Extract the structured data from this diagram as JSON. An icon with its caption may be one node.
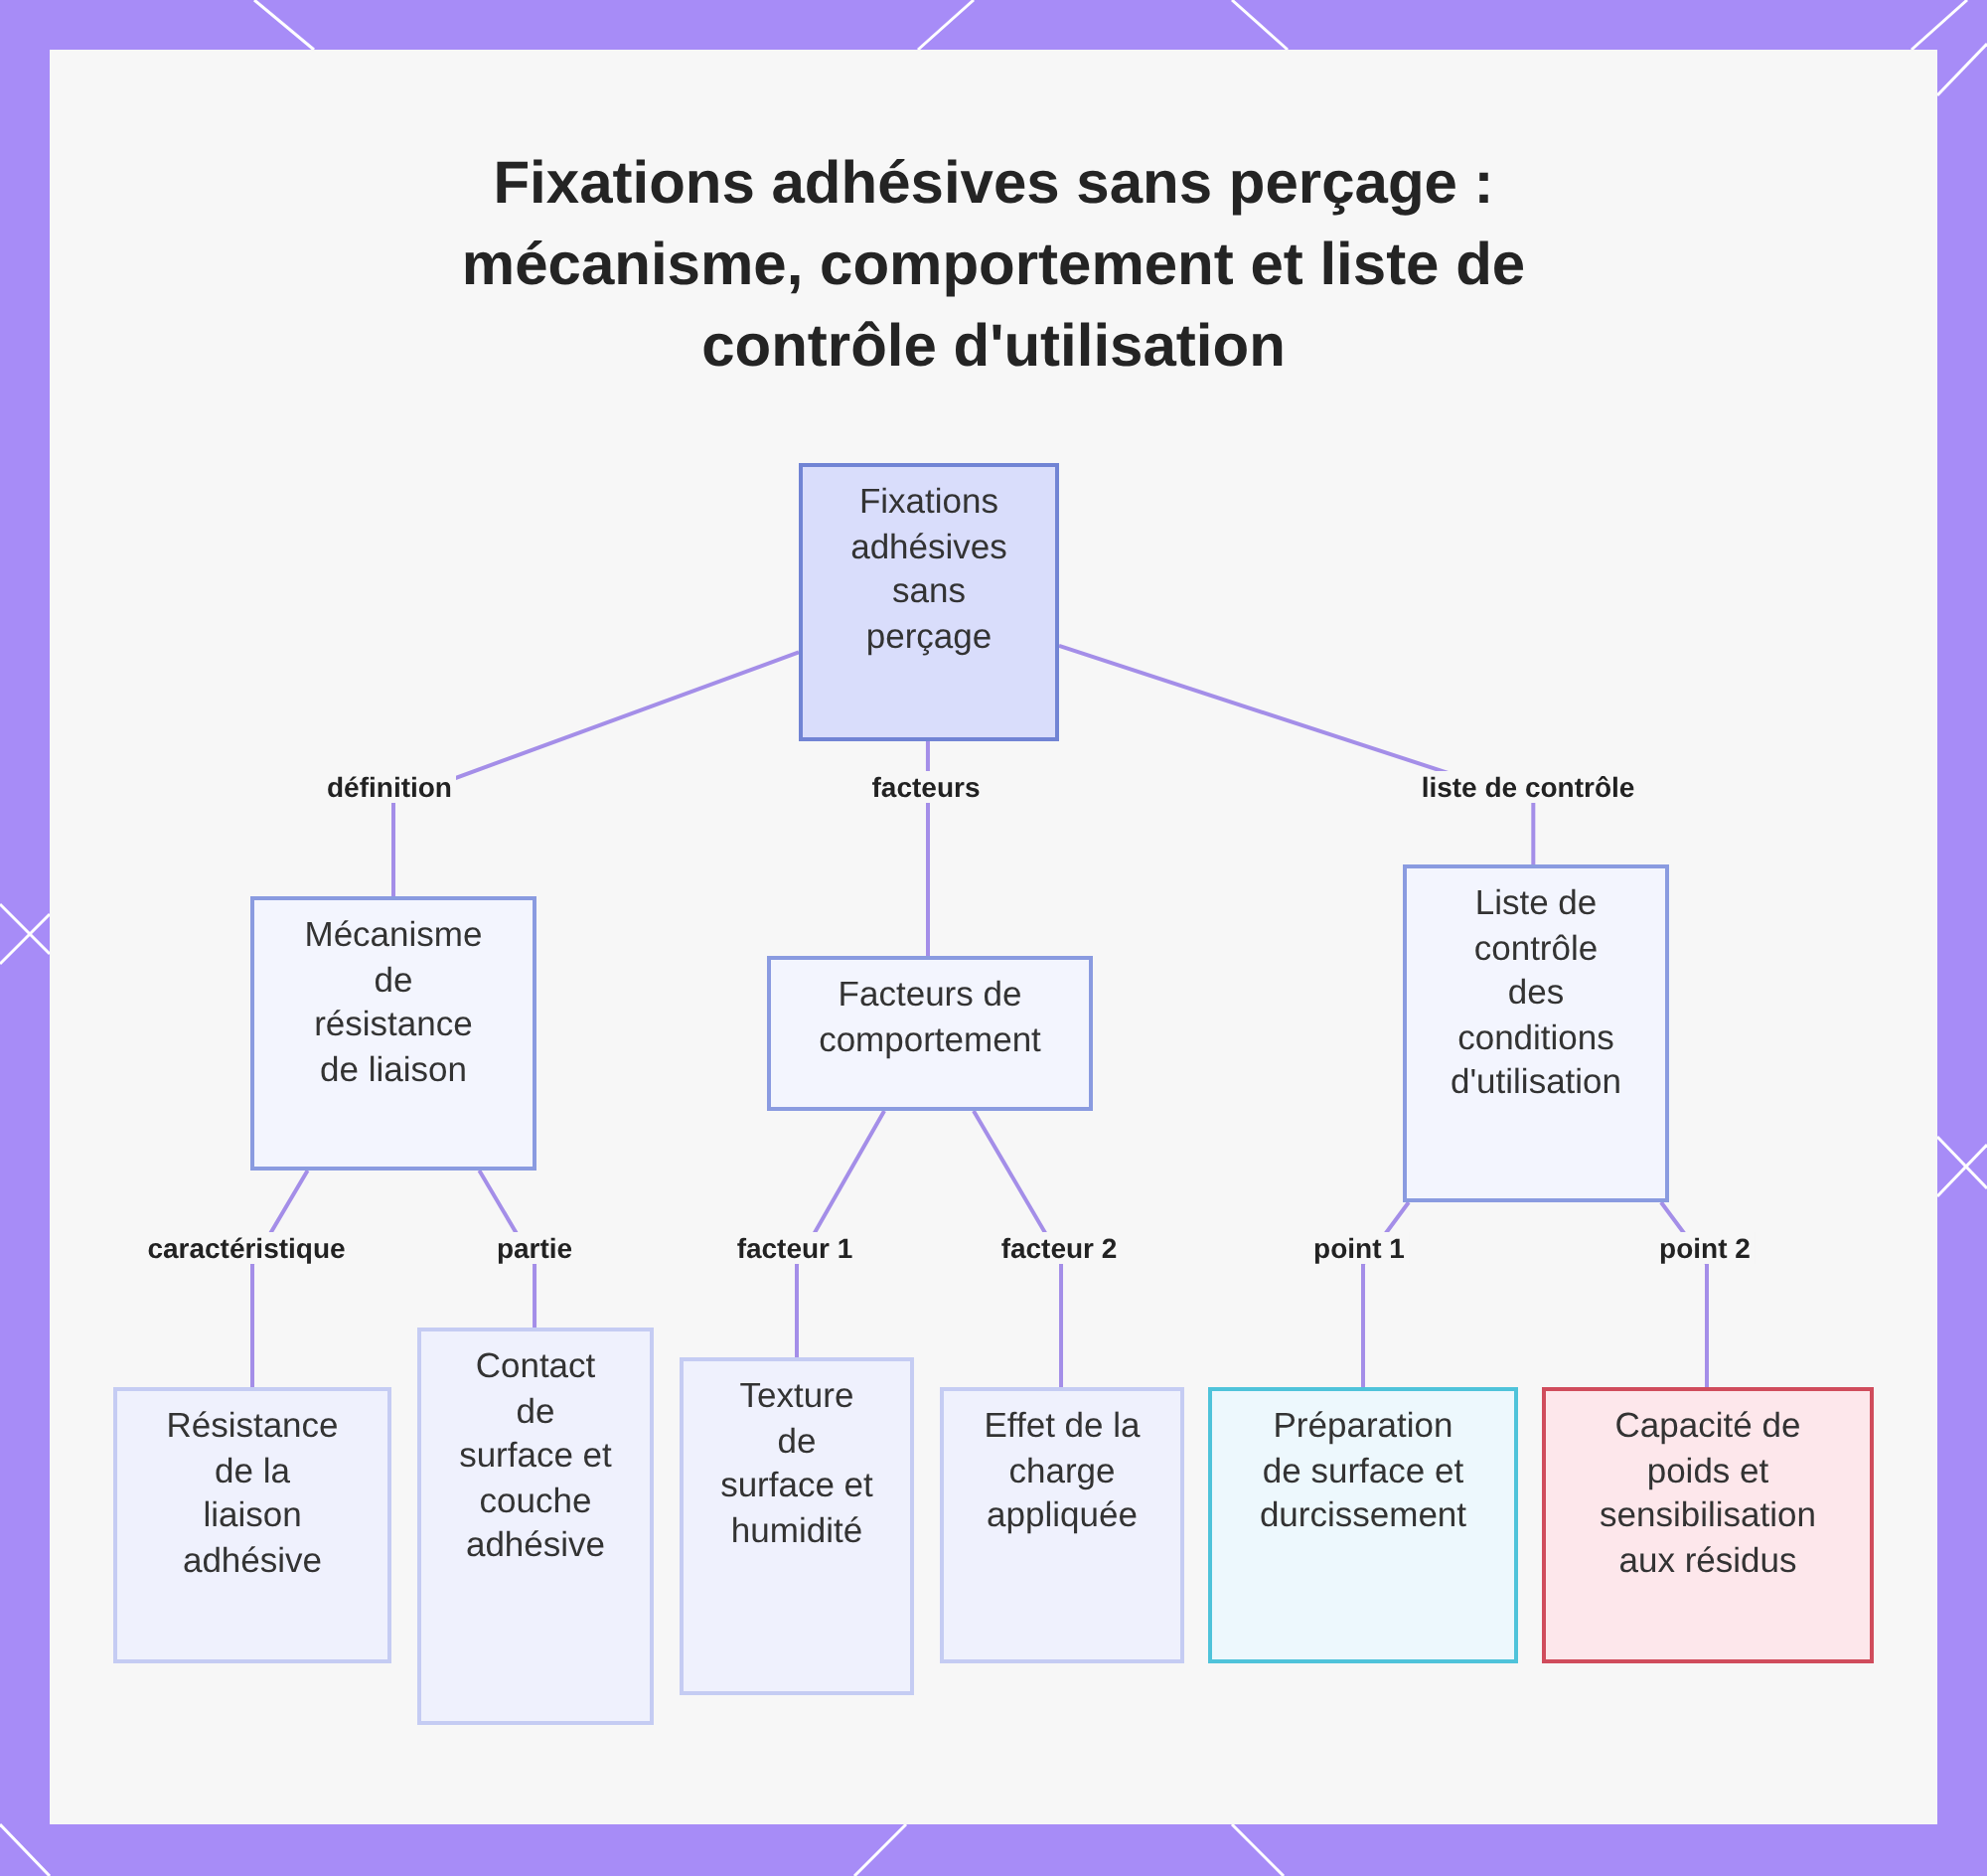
{
  "diagram": {
    "title": "Fixations adhésives sans perçage : mécanisme, comportement et liste de contrôle d'utilisation",
    "nodes": [
      {
        "text": [
          "Fixations adhésives sans perçage"
        ]
      },
      {
        "text": [
          "Mécanisme de résistance de liaison"
        ]
      },
      {
        "text": [
          "Facteurs de comportement"
        ]
      },
      {
        "text": [
          "Liste de contrôle des conditions d'utilisation"
        ]
      },
      {
        "text": [
          "Résistance de la liaison adhésive"
        ]
      },
      {
        "text": [
          "Contact de surface et couche adhésive"
        ]
      },
      {
        "text": [
          "Texture de surface et humidité"
        ]
      },
      {
        "text": [
          "Effet de la charge appliquée"
        ]
      },
      {
        "text": [
          "Préparation de surface et durcissement"
        ]
      },
      {
        "text": [
          "Capacité de poids et sensibilisation aux résidus"
        ]
      }
    ],
    "edges": [
      {
        "from": 0,
        "to": 1,
        "arrow": "none",
        "label": "définition"
      },
      {
        "from": 0,
        "to": 2,
        "arrow": "none",
        "label": "facteurs"
      },
      {
        "from": 0,
        "to": 3,
        "arrow": "none",
        "label": "liste de contrôle"
      },
      {
        "from": 1,
        "to": 4,
        "arrow": "none",
        "label": "caractéristique"
      },
      {
        "from": 1,
        "to": 5,
        "arrow": "none",
        "label": "partie"
      },
      {
        "from": 2,
        "to": 6,
        "arrow": "none",
        "label": "facteur 1"
      },
      {
        "from": 2,
        "to": 7,
        "arrow": "none",
        "label": "facteur 2"
      },
      {
        "from": 3,
        "to": 8,
        "arrow": "none",
        "label": "point 1"
      },
      {
        "from": 3,
        "to": 9,
        "arrow": "none",
        "label": "point 2"
      }
    ]
  }
}
